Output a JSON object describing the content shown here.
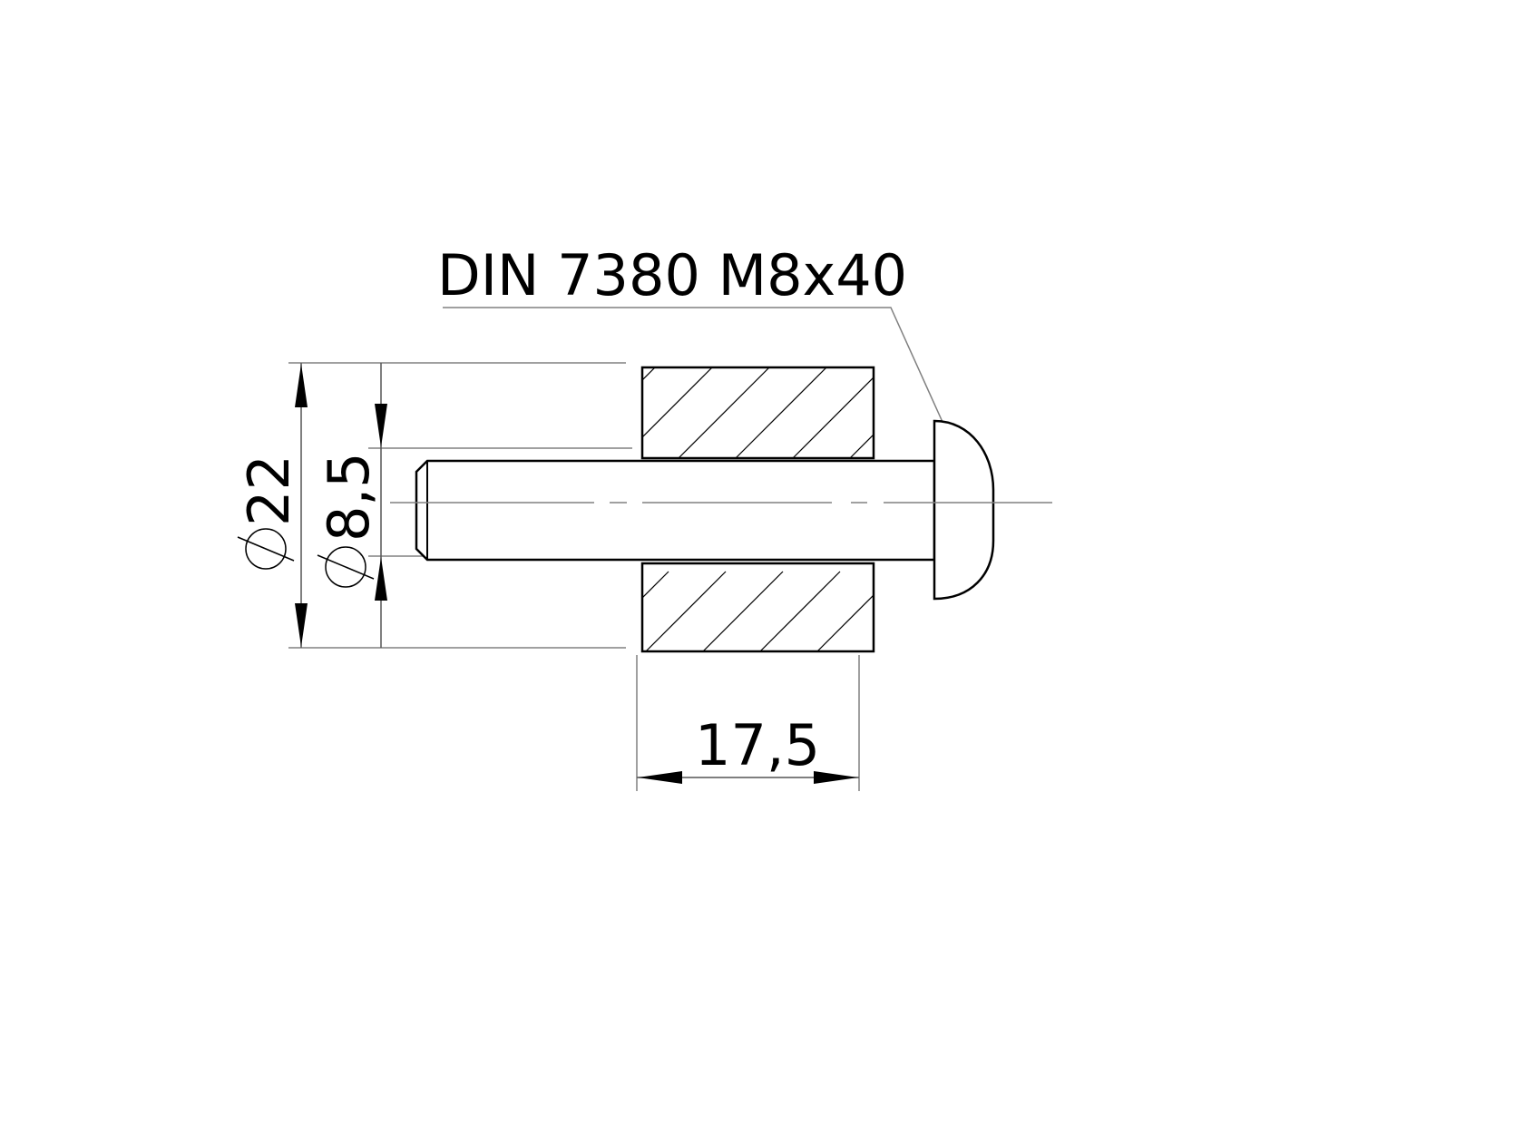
{
  "drawing": {
    "part_label": "DIN 7380 M8x40",
    "dimensions": {
      "outer_diameter": {
        "symbol": "⌀",
        "value": "22"
      },
      "bore_diameter": {
        "symbol": "⌀",
        "value": "8,5"
      },
      "length": {
        "value": "17,5"
      }
    },
    "colors": {
      "line": "#000000",
      "thin_line": "#808080",
      "background": "#ffffff"
    }
  }
}
